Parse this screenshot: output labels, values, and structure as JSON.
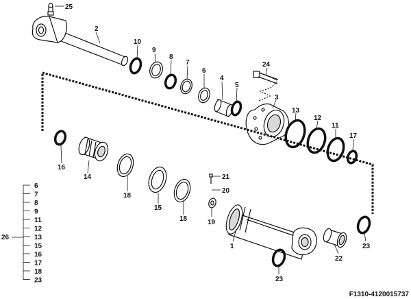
{
  "callouts": [
    {
      "id": "c25",
      "text": "25"
    },
    {
      "id": "c2",
      "text": "2"
    },
    {
      "id": "c10",
      "text": "10"
    },
    {
      "id": "c9",
      "text": "9"
    },
    {
      "id": "c8",
      "text": "8"
    },
    {
      "id": "c7",
      "text": "7"
    },
    {
      "id": "c6",
      "text": "6"
    },
    {
      "id": "c4",
      "text": "4"
    },
    {
      "id": "c5",
      "text": "5"
    },
    {
      "id": "c24",
      "text": "24"
    },
    {
      "id": "c3",
      "text": "3"
    },
    {
      "id": "c13",
      "text": "13"
    },
    {
      "id": "c12",
      "text": "12"
    },
    {
      "id": "c11",
      "text": "11"
    },
    {
      "id": "c17",
      "text": "17"
    },
    {
      "id": "c16",
      "text": "16"
    },
    {
      "id": "c14",
      "text": "14"
    },
    {
      "id": "c18a",
      "text": "18"
    },
    {
      "id": "c15",
      "text": "15"
    },
    {
      "id": "c18b",
      "text": "18"
    },
    {
      "id": "c21",
      "text": "21"
    },
    {
      "id": "c20",
      "text": "20"
    },
    {
      "id": "c19",
      "text": "19"
    },
    {
      "id": "c1",
      "text": "1"
    },
    {
      "id": "c22",
      "text": "22"
    },
    {
      "id": "c23a",
      "text": "23"
    },
    {
      "id": "c23b",
      "text": "23"
    }
  ],
  "kit": {
    "label": "26",
    "items": [
      "6",
      "7",
      "8",
      "9",
      "11",
      "12",
      "13",
      "15",
      "16",
      "17",
      "18",
      "23"
    ]
  },
  "reference": "F1310-4120015737"
}
